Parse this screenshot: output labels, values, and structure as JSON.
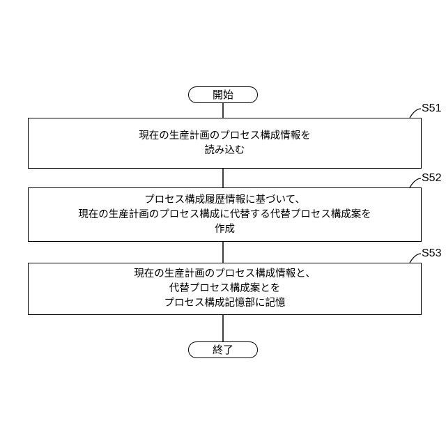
{
  "flowchart": {
    "start": "開始",
    "end": "終了",
    "steps": [
      {
        "id": "S51",
        "lines": [
          "現在の生産計画のプロセス構成情報を",
          "読み込む"
        ]
      },
      {
        "id": "S52",
        "lines": [
          "プロセス構成履歴情報に基づいて、",
          "現在の生産計画のプロセス構成に代替する代替プロセス構成案を",
          "作成"
        ]
      },
      {
        "id": "S53",
        "lines": [
          "現在の生産計画のプロセス構成情報と、",
          "代替プロセス構成案とを",
          "プロセス構成記憶部に記憶"
        ]
      }
    ]
  }
}
